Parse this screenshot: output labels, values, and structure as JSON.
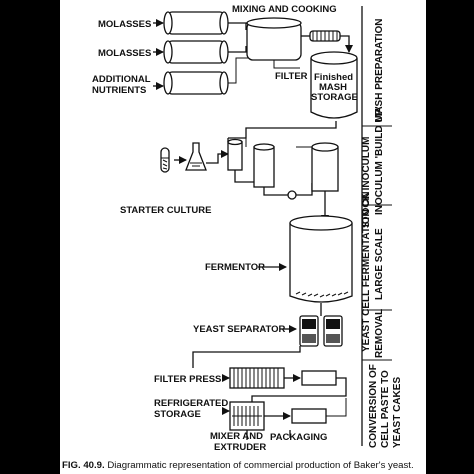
{
  "labels": {
    "molasses_1": "MOLASSES",
    "molasses_2": "MOLASSES",
    "additional_line1": "ADDITIONAL",
    "additional_line2": "NUTRIENTS",
    "mixing_cooking": "MIXING AND COOKING",
    "filter": "FILTER",
    "finished_line1": "Finished",
    "finished_line2": "MASH",
    "finished_line3": "STORAGE",
    "starter_culture": "STARTER CULTURE",
    "fermentor": "FERMENTOR",
    "yeast_separator": "YEAST SEPARATOR",
    "filter_press": "FILTER PRESS",
    "refrigerated_line1": "REFRIGERATED",
    "refrigerated_line2": "STORAGE",
    "mixer_line1": "MIXER AND",
    "mixer_line2": "EXTRUDER",
    "packaging": "PACKAGING"
  },
  "stages": {
    "mash_preparation": "MASH PREPARATION",
    "inoculum_build_up": "INOCULUM 'BUILD UP'",
    "stock_inoculum": "STOCK INOCULUM",
    "large_scale": "LARGE SCALE",
    "yeast_cell_fermentation": "YEAST CELL FERMENTATION ON",
    "removal": "REMOVAL",
    "conversion_line1": "CONVERSION OF",
    "conversion_line2": "CELL PASTE TO",
    "conversion_line3": "YEAST CAKES"
  },
  "caption": {
    "figure_number": "FIG. 40.9.",
    "text": "Diagrammatic representation of commercial production of Baker's yeast."
  },
  "colors": {
    "background": "#000000",
    "panel": "#ffffff",
    "ink": "#111111"
  }
}
